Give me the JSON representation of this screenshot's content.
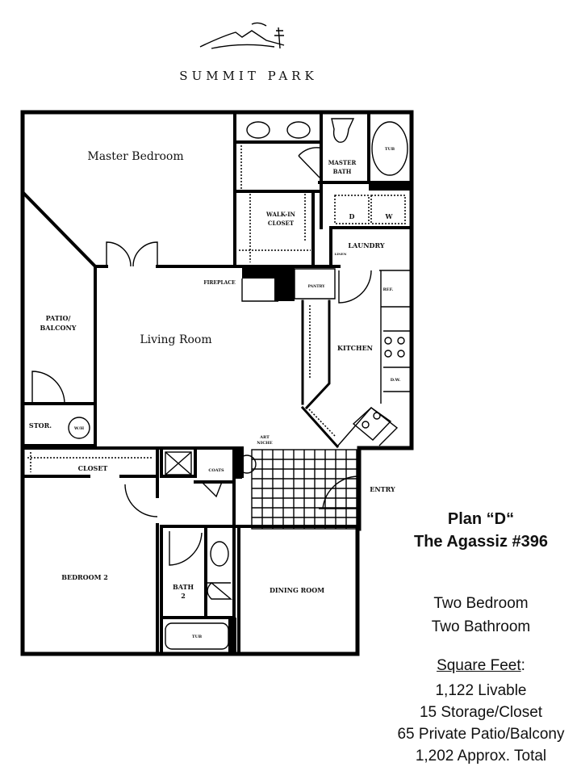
{
  "header": {
    "brand": "SUMMIT PARK"
  },
  "rooms": {
    "master_bedroom": "Master Bedroom",
    "living_room": "Living Room",
    "patio_1": "PATIO/",
    "patio_2": "BALCONY",
    "stor": "STOR.",
    "wh": "W/H",
    "closet": "CLOSET",
    "coats": "COATS",
    "art_1": "ART",
    "art_2": "NICHE",
    "entry": "ENTRY",
    "bedroom2": "BEDROOM 2",
    "bath2_1": "BATH",
    "bath2_2": "2",
    "dining": "DINING ROOM",
    "tub": "TUB",
    "kitchen": "KITCHEN",
    "dw": "D.W.",
    "ref": "REF.",
    "laundry": "LAUNDRY",
    "linen": "LINEN",
    "pantry": "PANTRY",
    "fireplace": "FIREPLACE",
    "walkin_1": "WALK-IN",
    "walkin_2": "CLOSET",
    "master_bath_1": "MASTER",
    "master_bath_2": "BATH",
    "dryer": "D",
    "washer": "W"
  },
  "plan": {
    "name": "Plan “D“",
    "model": "The Agassiz #396",
    "bedrooms": "Two Bedroom",
    "bathrooms": "Two Bathroom",
    "sqft_heading": "Square Feet",
    "sqft_colon": ":",
    "sqft_lines": [
      "1,122 Livable",
      "15 Storage/Closet",
      "65 Private Patio/Balcony",
      "1,202 Approx. Total"
    ]
  }
}
